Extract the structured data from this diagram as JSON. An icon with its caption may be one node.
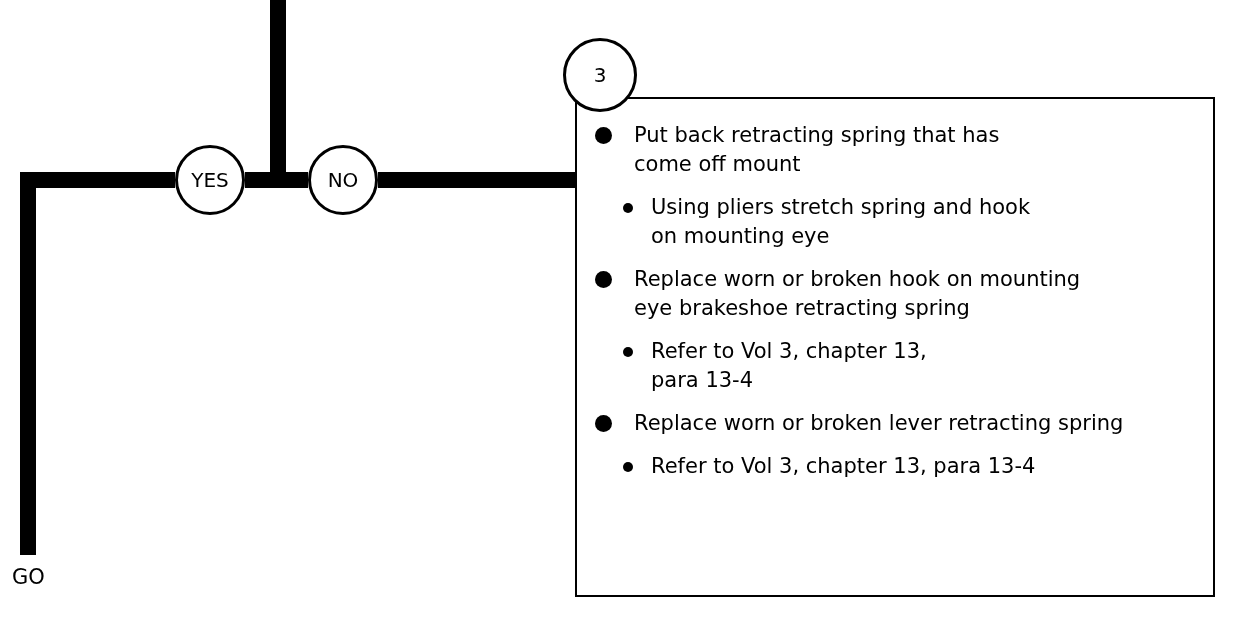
{
  "diagram": {
    "nodes": [
      {
        "text": [
          "YES"
        ]
      },
      {
        "text": [
          "NO"
        ]
      },
      {
        "text": [
          "Put back retracting spring that has come off mount",
          "Using pliers stretch spring and hook on mounting eye",
          "Replace worn or broken hook on mounting eye brakeshoe retracting spring",
          "Refer to Vol 3, chapter 13, para 13-4",
          "Replace worn or broken lever retracting spring",
          "Refer to Vol 3, chapter 13, para 13-4"
        ]
      },
      {
        "text": [
          "3"
        ]
      },
      {
        "text": [
          "GO"
        ]
      }
    ],
    "edges": [
      {
        "from": null,
        "to": 0,
        "arrow": "none"
      },
      {
        "from": null,
        "to": 1,
        "arrow": "none"
      },
      {
        "from": 0,
        "to": 4,
        "arrow": "none"
      },
      {
        "from": 1,
        "to": 2,
        "arrow": "none"
      }
    ]
  }
}
